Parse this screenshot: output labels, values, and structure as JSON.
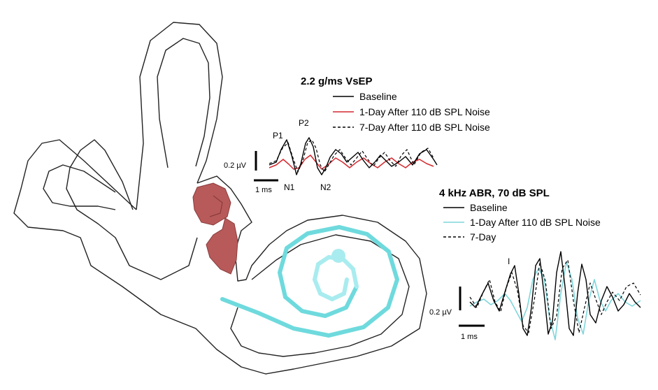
{
  "vsep": {
    "title": "2.2 g/ms VsEP",
    "legend": [
      {
        "label": "Baseline",
        "color": "#000000",
        "dash": false
      },
      {
        "label": "1-Day After 110 dB SPL Noise",
        "color": "#d4292f",
        "dash": false
      },
      {
        "label": "7-Day After 110 dB SPL Noise",
        "color": "#000000",
        "dash": true
      }
    ],
    "peaks": {
      "p1": "P1",
      "p2": "P2",
      "n1": "N1",
      "n2": "N2"
    },
    "scale_v": "0.2 µV",
    "scale_t": "1 ms"
  },
  "abr": {
    "title": "4 kHz ABR, 70 dB SPL",
    "legend": [
      {
        "label": "Baseline",
        "color": "#000000",
        "dash": false
      },
      {
        "label": "1-Day After 110 dB SPL Noise",
        "color": "#7fd6dc",
        "dash": false
      },
      {
        "label": "7-Day",
        "color": "#000000",
        "dash": true
      }
    ],
    "peak_i": "I",
    "scale_v": "0.2 µV",
    "scale_t": "1 ms"
  },
  "colors": {
    "otolith": "#b85a5a",
    "otolith_stroke": "#8a3b3b",
    "cochlea": "#6fdadd",
    "cochlea_light": "#a9ecef",
    "outline": "#222222"
  }
}
